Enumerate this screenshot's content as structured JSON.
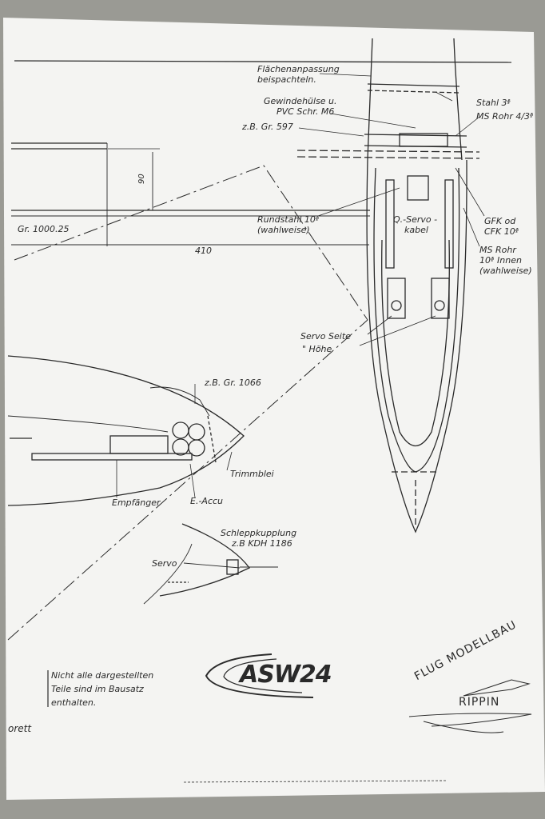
{
  "labels": {
    "flaechen_line1": "Flächenanpassung",
    "flaechen_line2": "beispachteln.",
    "gewinde_line1": "Gewindehülse u.",
    "gewinde_line2": "PVC Schr.  M6",
    "gr597": "z.B. Gr. 597",
    "stahl": "Stahl 3ᶲ",
    "ms_rohr": "MS Rohr 4/3ᶲ",
    "dim_90": "90",
    "gr100025": "Gr. 1000.25",
    "dim_410": "410",
    "rundstahl_line1": "Rundstahl 10ᶲ",
    "rundstahl_line2": "(wahlweise)",
    "q_servo_line1": "Q.-Servo -",
    "q_servo_line2": "kabel",
    "gfk_line1": "GFK od",
    "gfk_line2": "CFK 10ᶲ",
    "msrohr2_line1": "MS Rohr",
    "msrohr2_line2": "10ᶲ Innen",
    "msrohr2_line3": "(wahlweise)",
    "servo_seite": "Servo Seite",
    "hoehe": "\"     Höhe",
    "gr1066": "z.B. Gr. 1066",
    "trimmblei": "Trimmblei",
    "empfaenger": "Empfänger",
    "e_accu": "E.-Accu",
    "schlepp_line1": "Schleppkupplung",
    "schlepp_line2": "z.B KDH 1186",
    "servo": "Servo",
    "brett": "orett"
  },
  "note": {
    "line1": "Nicht alle dargestellten",
    "line2": "Teile sind im Bausatz",
    "line3": "enthalten."
  },
  "logo": {
    "model": "ASW24",
    "stamp_line1": "FLUG MODELLBAU",
    "stamp_line2": "RIPPIN"
  },
  "colors": {
    "paper": "#f4f4f2",
    "background": "#9a9a94",
    "ink": "#2a2a2a"
  }
}
